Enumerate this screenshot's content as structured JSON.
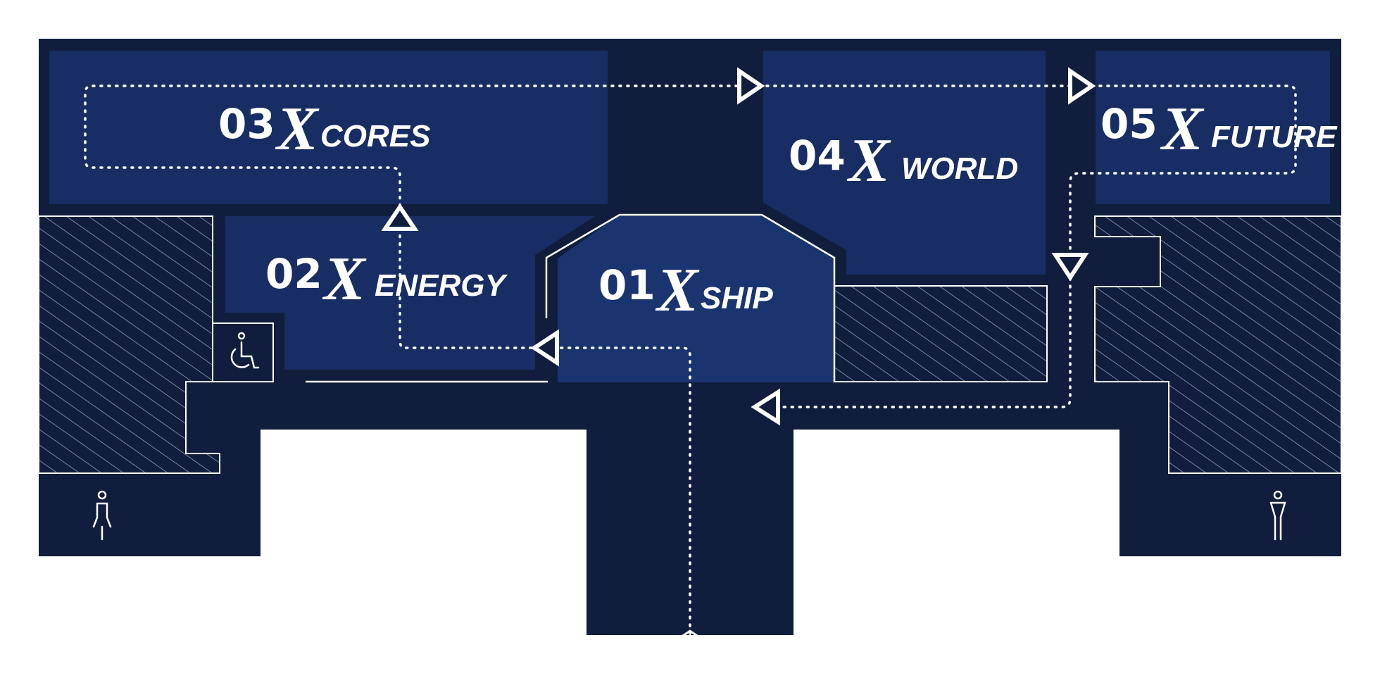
{
  "colors": {
    "background": "#ffffff",
    "corridor": "#101d3c",
    "zone": "#172d63",
    "zone_light": "#1a3470",
    "line": "#ffffff",
    "hatch": "#8f9fc7"
  },
  "zones": [
    {
      "number": "01",
      "name": "SHIP"
    },
    {
      "number": "02",
      "name": "ENERGY"
    },
    {
      "number": "03",
      "name": "CORES"
    },
    {
      "number": "04",
      "name": "WORLD"
    },
    {
      "number": "05",
      "name": "FUTURE"
    }
  ],
  "brand_mark": "X",
  "route": {
    "style": "dotted",
    "order": [
      "01",
      "02",
      "03",
      "04",
      "05"
    ]
  },
  "icons": [
    "wheelchair-icon",
    "female-restroom-icon",
    "male-restroom-icon",
    "direction-arrow-icon"
  ]
}
